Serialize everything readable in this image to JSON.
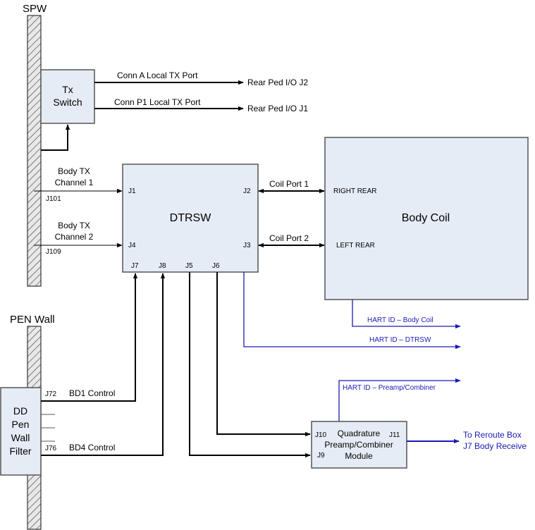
{
  "walls": {
    "spw_label": "SPW",
    "pen_label": "PEN Wall"
  },
  "tx_switch": {
    "line1": "Tx",
    "line2": "Switch",
    "out1_label": "Conn A Local TX Port",
    "out1_dest": "Rear Ped I/O J2",
    "out2_label": "Conn P1 Local TX Port",
    "out2_dest": "Rear Ped I/O J1"
  },
  "body_tx": {
    "ch1_line1": "Body TX",
    "ch1_line2": "Channel 1",
    "ch1_conn": "J101",
    "ch2_line1": "Body TX",
    "ch2_line2": "Channel 2",
    "ch2_conn": "J109"
  },
  "dtrsw": {
    "title": "DTRSW",
    "ports": {
      "j1": "J1",
      "j2": "J2",
      "j3": "J3",
      "j4": "J4",
      "j5": "J5",
      "j6": "J6",
      "j7": "J7",
      "j8": "J8"
    },
    "coil_port1": "Coil Port 1",
    "coil_port2": "Coil Port 2"
  },
  "body_coil": {
    "title": "Body Coil",
    "right_rear": "RIGHT REAR",
    "left_rear": "LEFT REAR"
  },
  "hart": {
    "body_coil": "HART ID – Body Coil",
    "dtrsw": "HART ID – DTRSW",
    "preamp": "HART ID – Preamp/Combiner"
  },
  "dd_filter": {
    "line1": "DD",
    "line2": "Pen",
    "line3": "Wall",
    "line4": "Filter",
    "j72": "J72",
    "j76": "J76",
    "bd1": "BD1 Control",
    "bd4": "BD4 Control"
  },
  "preamp": {
    "line1": "Quadrature",
    "line2": "Preamp/Combiner",
    "line3": "Module",
    "j9": "J9",
    "j10": "J10",
    "j11": "J11"
  },
  "output": {
    "line1": "To Reroute Box",
    "line2": "J7 Body Receive"
  },
  "colors": {
    "box_fill": "#e6ecf6",
    "hart_blue": "#1a1ab4"
  }
}
